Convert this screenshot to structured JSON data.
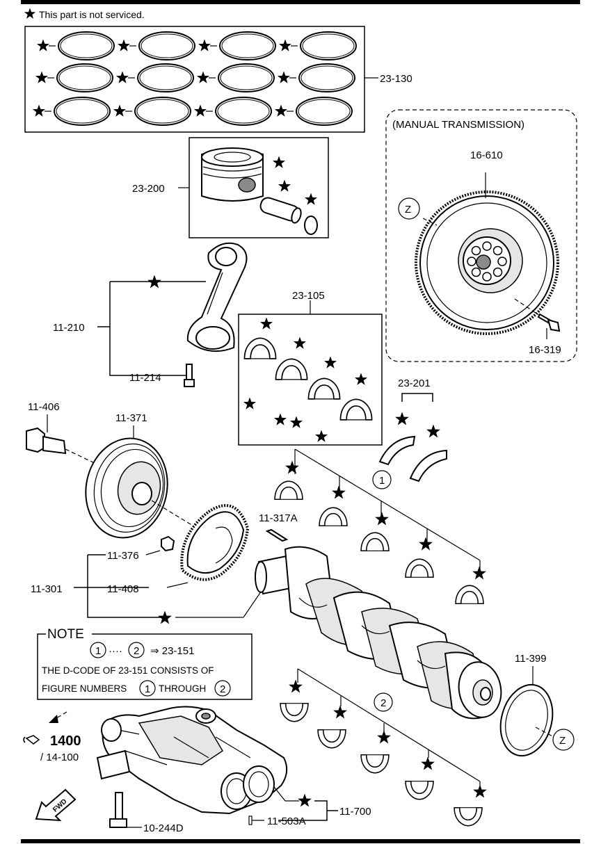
{
  "header": {
    "note": "This part is not serviced."
  },
  "labels": {
    "rings": "23-130",
    "piston": "23-200",
    "manual_transmission": "(MANUAL TRANSMISSION)",
    "flywheel": "16-610",
    "flywheel_bolt": "16-319",
    "bearings_upper": "23-105",
    "conrod": "11-210",
    "conrod_bolt": "11-214",
    "pulley_bolt": "11-406",
    "pulley": "11-371",
    "thrust_bearing": "23-201",
    "key": "11-317A",
    "plate_bolt": "11-376",
    "crankshaft": "11-301",
    "reluctor": "11-408",
    "oil_seal": "11-399",
    "balancer": "11-700",
    "balancer_part": "11-503A",
    "balancer_bolt": "10-244D",
    "ref_main": "1400",
    "ref_sub": "/ 14-100",
    "fig1": "1",
    "fig2": "2",
    "z1": "Z",
    "z2": "Z",
    "fwd": "FWD"
  },
  "note_box": {
    "title": "NOTE",
    "dots": "····",
    "arrow_code": "⇒ 23-151",
    "line2": "THE D-CODE OF  23-151  CONSISTS OF",
    "line3a": "FIGURE NUMBERS",
    "line3b": "THROUGH",
    "n1": "1",
    "n2": "2"
  },
  "colors": {
    "line": "#000000",
    "fill_light": "#e6e6e6",
    "fill_dark": "#8a8a8a",
    "background": "#ffffff"
  },
  "icons": [
    "star-icon",
    "reference-arrow-icon",
    "fwd-arrow-icon"
  ]
}
